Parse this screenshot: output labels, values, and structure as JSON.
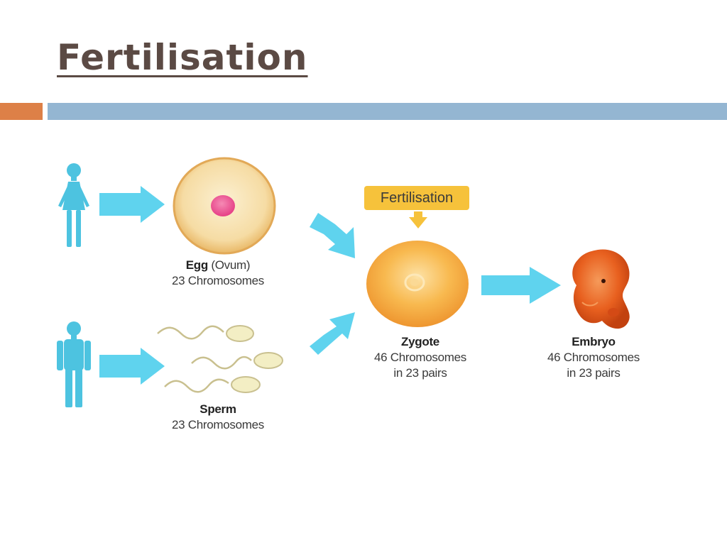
{
  "slide": {
    "title": "Fertilisation",
    "accent_colors": {
      "orange": "#dd8047",
      "blue": "#94b6d2"
    }
  },
  "diagram": {
    "fertilisation_label": "Fertilisation",
    "egg": {
      "name": "Egg",
      "alt_name": "(Ovum)",
      "chromosomes": "23 Chromosomes"
    },
    "sperm": {
      "name": "Sperm",
      "chromosomes": "23 Chromosomes"
    },
    "zygote": {
      "name": "Zygote",
      "chromosomes": "46 Chromosomes",
      "pairs": "in 23 pairs"
    },
    "embryo": {
      "name": "Embryo",
      "chromosomes": "46 Chromosomes",
      "pairs": "in 23 pairs"
    },
    "icons": [
      "female-figure-icon",
      "male-figure-icon",
      "egg-cell-icon",
      "sperm-cell-icon",
      "zygote-cell-icon",
      "embryo-icon",
      "arrow-icon"
    ],
    "colors": {
      "arrow": "#5fd3ee",
      "figure": "#4dc3e0",
      "label": "#f6c23b",
      "egg": "#f5d9a0",
      "zygote": "#f5a83a",
      "embryo": "#e8501f"
    }
  }
}
